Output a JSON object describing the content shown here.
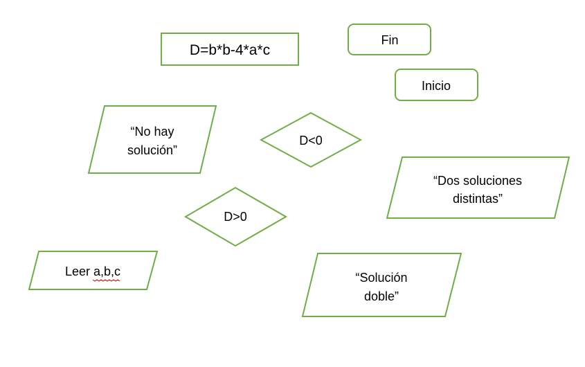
{
  "diagram": {
    "shape_color": "#70AD47",
    "shape_fill": "#FFFFFF",
    "text_color": "#000000",
    "shapes": [
      {
        "id": "formula",
        "kind": "process",
        "lines": [
          "D=b*b-4*a*c"
        ]
      },
      {
        "id": "fin",
        "kind": "terminator",
        "lines": [
          "Fin"
        ]
      },
      {
        "id": "inicio",
        "kind": "terminator",
        "lines": [
          "Inicio"
        ]
      },
      {
        "id": "no-hay",
        "kind": "data",
        "lines": [
          "“No hay",
          "solución”"
        ]
      },
      {
        "id": "d-lt-0",
        "kind": "decision",
        "lines": [
          "D<0"
        ]
      },
      {
        "id": "dos-soluciones",
        "kind": "data",
        "lines": [
          "“Dos soluciones",
          "distintas”"
        ]
      },
      {
        "id": "d-gt-0",
        "kind": "decision",
        "lines": [
          "D>0"
        ]
      },
      {
        "id": "leer",
        "kind": "data",
        "lines": [
          "Leer a,b,c"
        ]
      },
      {
        "id": "solucion-doble",
        "kind": "data",
        "lines": [
          "“Solución",
          "doble”"
        ]
      }
    ]
  }
}
